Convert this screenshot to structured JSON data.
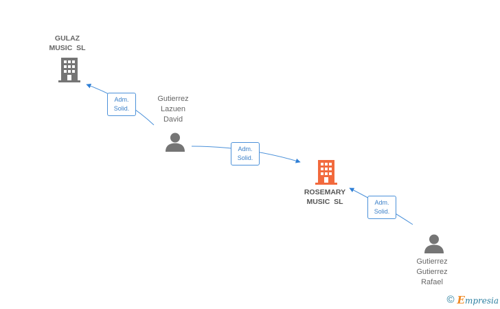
{
  "companies": {
    "gulaz": {
      "line1": "GULAZ",
      "line2": "MUSIC  SL",
      "color": "#757575"
    },
    "rosemary": {
      "line1": "ROSEMARY",
      "line2": "MUSIC  SL",
      "color": "#f26a3d"
    }
  },
  "persons": {
    "david": {
      "line1": "Gutierrez",
      "line2": "Lazuen",
      "line3": "David"
    },
    "rafael": {
      "line1": "Gutierrez",
      "line2": "Gutierrez",
      "line3": "Rafael"
    }
  },
  "relations": [
    {
      "line1": "Adm.",
      "line2": "Solid."
    },
    {
      "line1": "Adm.",
      "line2": "Solid."
    },
    {
      "line1": "Adm.",
      "line2": "Solid."
    }
  ],
  "footer": {
    "copyright": "©",
    "brand_first": "E",
    "brand_rest": "mpresia"
  },
  "colors": {
    "edge": "#4a90d9",
    "person": "#757575"
  }
}
